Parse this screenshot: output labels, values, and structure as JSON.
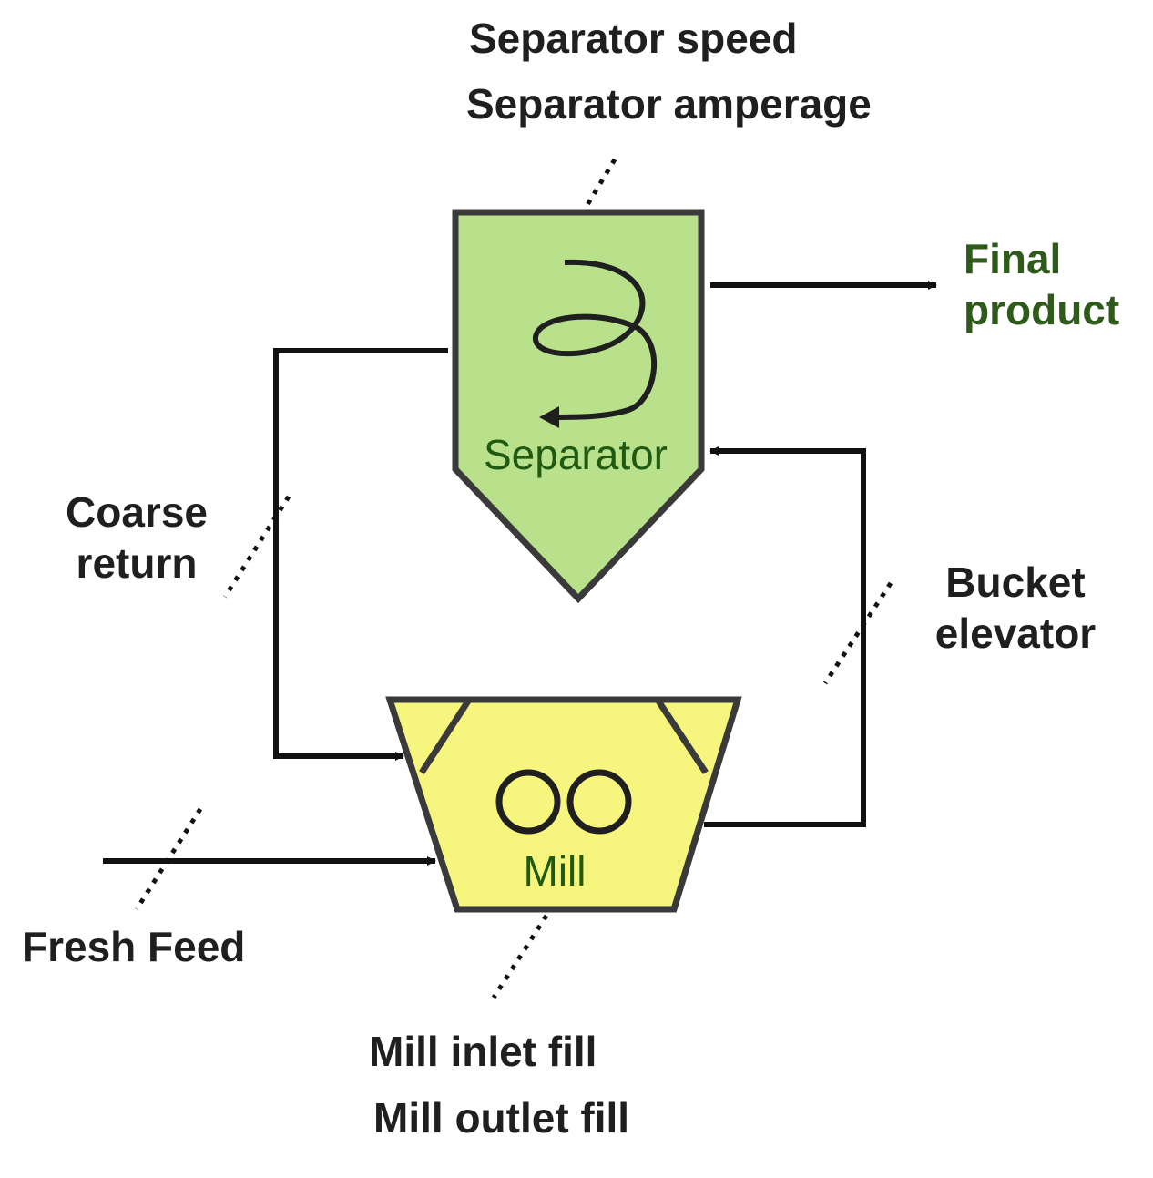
{
  "labels": {
    "separator_speed": "Separator speed",
    "separator_amperage": "Separator amperage",
    "final_product_line1": "Final",
    "final_product_line2": "product",
    "coarse_return_line1": "Coarse",
    "coarse_return_line2": "return",
    "bucket_elevator_line1": "Bucket",
    "bucket_elevator_line2": "elevator",
    "fresh_feed": "Fresh Feed",
    "mill_inlet_fill": "Mill inlet fill",
    "mill_outlet_fill": "Mill outlet fill"
  },
  "units": {
    "separator": {
      "label": "Separator",
      "fill_color": "#b9e08a",
      "text_color": "#1f5a10"
    },
    "mill": {
      "label": "Mill",
      "fill_color": "#f6f57d",
      "text_color": "#1f5a10"
    }
  },
  "colors": {
    "outline": "#3a3a3a",
    "line": "#111111",
    "final_product_text": "#2e5a1a"
  }
}
